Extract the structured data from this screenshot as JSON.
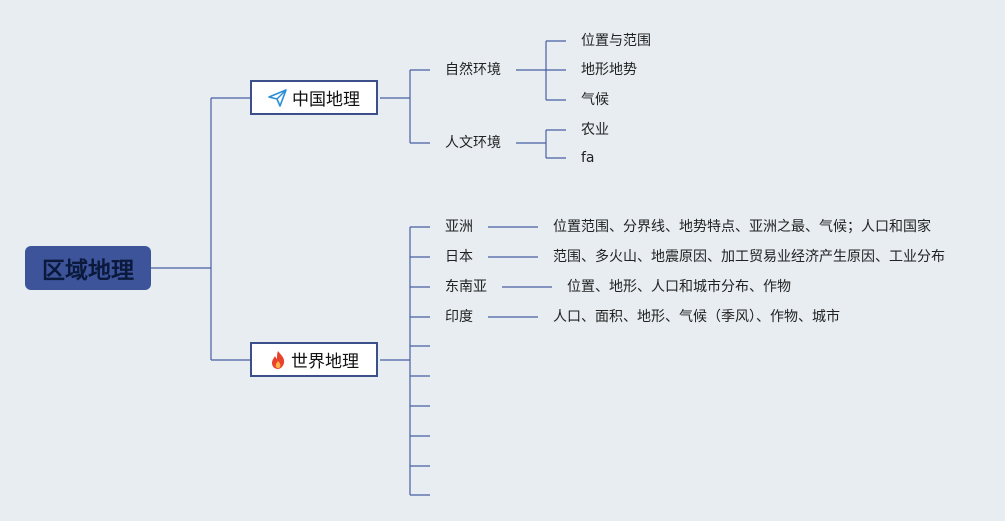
{
  "root": {
    "label": "区域地理",
    "color": "#3d549b"
  },
  "branches": [
    {
      "label": "中国地理",
      "icon": "paper-plane-icon",
      "children": [
        {
          "label": "自然环境",
          "children": [
            "位置与范围",
            "地形地势",
            "气候"
          ]
        },
        {
          "label": "人文环境",
          "children": [
            "农业",
            "fa"
          ]
        }
      ]
    },
    {
      "label": "世界地理",
      "icon": "fire-icon",
      "children": [
        {
          "label": "亚洲",
          "detail": "位置范围、分界线、地势特点、亚洲之最、气候；人口和国家"
        },
        {
          "label": "日本",
          "detail": "范围、多火山、地震原因、加工贸易业经济产生原因、工业分布"
        },
        {
          "label": "东南亚",
          "detail": "位置、地形、人口和城市分布、作物"
        },
        {
          "label": "印度",
          "detail": "人口、面积、地形、气候（季风）、作物、城市"
        }
      ]
    }
  ],
  "colors": {
    "background": "#e7edf1",
    "line": "#4a5fa3",
    "node_border": "#3d4f8a"
  }
}
